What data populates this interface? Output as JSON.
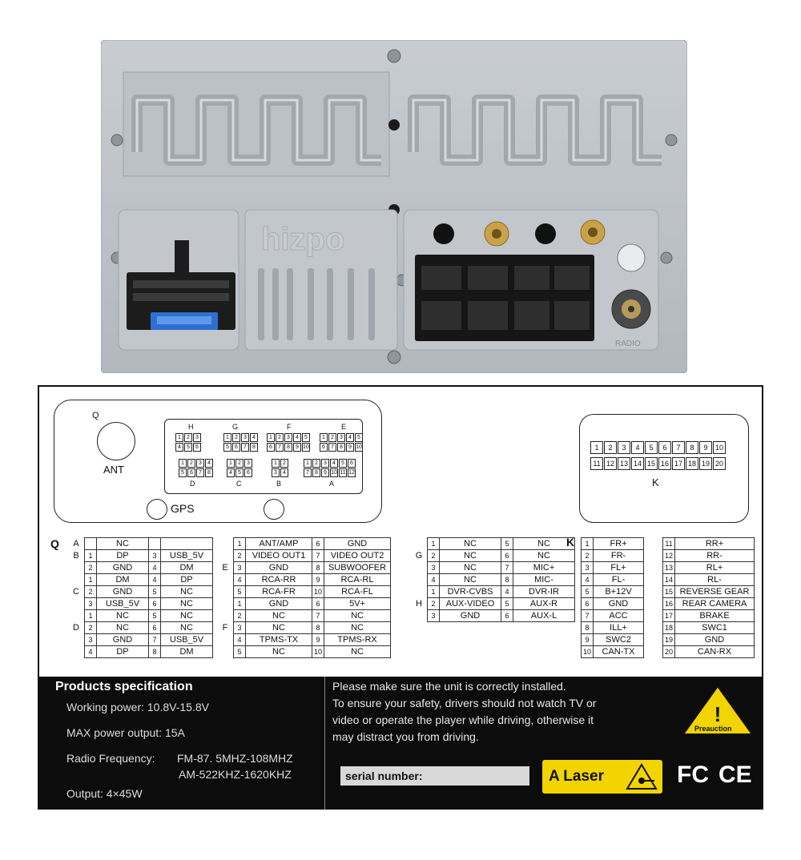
{
  "panel": {
    "brand": "hizpo",
    "radio_label": "RADIO"
  },
  "diagram": {
    "corner_letter": "Q",
    "ant_label": "ANT",
    "gps_label": "GPS",
    "k_label": "K",
    "groups": {
      "H": "H",
      "G": "G",
      "F": "F",
      "E": "E",
      "D": "D",
      "C": "C",
      "B": "B",
      "A": "A"
    },
    "k_row1": [
      "1",
      "2",
      "3",
      "4",
      "5",
      "6",
      "7",
      "8",
      "9",
      "10"
    ],
    "k_row2": [
      "11",
      "12",
      "13",
      "14",
      "15",
      "16",
      "17",
      "18",
      "19",
      "20"
    ]
  },
  "tables": {
    "q_letter": "Q",
    "q_rows": [
      {
        "g": "A",
        "n1": "",
        "v1": "NC",
        "n2": "",
        "v2": ""
      },
      {
        "g": "B",
        "n1": "1",
        "v1": "DP",
        "n2": "3",
        "v2": "USB_5V"
      },
      {
        "g": "",
        "n1": "2",
        "v1": "GND",
        "n2": "4",
        "v2": "DM"
      },
      {
        "g": "",
        "n1": "1",
        "v1": "DM",
        "n2": "4",
        "v2": "DP"
      },
      {
        "g": "C",
        "n1": "2",
        "v1": "GND",
        "n2": "5",
        "v2": "NC"
      },
      {
        "g": "",
        "n1": "3",
        "v1": "USB_5V",
        "n2": "6",
        "v2": "NC"
      },
      {
        "g": "",
        "n1": "1",
        "v1": "NC",
        "n2": "5",
        "v2": "NC"
      },
      {
        "g": "D",
        "n1": "2",
        "v1": "NC",
        "n2": "6",
        "v2": "NC"
      },
      {
        "g": "",
        "n1": "3",
        "v1": "GND",
        "n2": "7",
        "v2": "USB_5V"
      },
      {
        "g": "",
        "n1": "4",
        "v1": "DP",
        "n2": "8",
        "v2": "DM"
      }
    ],
    "ef_rows": [
      {
        "g": "",
        "n1": "1",
        "v1": "ANT/AMP",
        "n2": "6",
        "v2": "GND"
      },
      {
        "g": "",
        "n1": "2",
        "v1": "VIDEO OUT1",
        "n2": "7",
        "v2": "VIDEO OUT2"
      },
      {
        "g": "E",
        "n1": "3",
        "v1": "GND",
        "n2": "8",
        "v2": "SUBWOOFER"
      },
      {
        "g": "",
        "n1": "4",
        "v1": "RCA-RR",
        "n2": "9",
        "v2": "RCA-RL"
      },
      {
        "g": "",
        "n1": "5",
        "v1": "RCA-FR",
        "n2": "10",
        "v2": "RCA-FL"
      },
      {
        "g": "",
        "n1": "1",
        "v1": "GND",
        "n2": "6",
        "v2": "5V+"
      },
      {
        "g": "",
        "n1": "2",
        "v1": "NC",
        "n2": "7",
        "v2": "NC"
      },
      {
        "g": "F",
        "n1": "3",
        "v1": "NC",
        "n2": "8",
        "v2": "NC"
      },
      {
        "g": "",
        "n1": "4",
        "v1": "TPMS-TX",
        "n2": "9",
        "v2": "TPMS-RX"
      },
      {
        "g": "",
        "n1": "5",
        "v1": "NC",
        "n2": "10",
        "v2": "NC"
      }
    ],
    "gh_rows": [
      {
        "g": "",
        "n1": "1",
        "v1": "NC",
        "n2": "5",
        "v2": "NC"
      },
      {
        "g": "G",
        "n1": "2",
        "v1": "NC",
        "n2": "6",
        "v2": "NC"
      },
      {
        "g": "",
        "n1": "3",
        "v1": "NC",
        "n2": "7",
        "v2": "MIC+"
      },
      {
        "g": "",
        "n1": "4",
        "v1": "NC",
        "n2": "8",
        "v2": "MIC-"
      },
      {
        "g": "",
        "n1": "1",
        "v1": "DVR-CVBS",
        "n2": "4",
        "v2": "DVR-IR"
      },
      {
        "g": "H",
        "n1": "2",
        "v1": "AUX-VIDEO",
        "n2": "5",
        "v2": "AUX-R"
      },
      {
        "g": "",
        "n1": "3",
        "v1": "GND",
        "n2": "6",
        "v2": "AUX-L"
      }
    ],
    "k_letter": "K",
    "k_left": [
      {
        "n": "1",
        "v": "FR+"
      },
      {
        "n": "2",
        "v": "FR-"
      },
      {
        "n": "3",
        "v": "FL+"
      },
      {
        "n": "4",
        "v": "FL-"
      },
      {
        "n": "5",
        "v": "B+12V"
      },
      {
        "n": "6",
        "v": "GND"
      },
      {
        "n": "7",
        "v": "ACC"
      },
      {
        "n": "8",
        "v": "ILL+"
      },
      {
        "n": "9",
        "v": "SWC2"
      },
      {
        "n": "10",
        "v": "CAN-TX"
      }
    ],
    "k_right": [
      {
        "n": "11",
        "v": "RR+"
      },
      {
        "n": "12",
        "v": "RR-"
      },
      {
        "n": "13",
        "v": "RL+"
      },
      {
        "n": "14",
        "v": "RL-"
      },
      {
        "n": "15",
        "v": "REVERSE GEAR"
      },
      {
        "n": "16",
        "v": "REAR CAMERA"
      },
      {
        "n": "17",
        "v": "BRAKE"
      },
      {
        "n": "18",
        "v": "SWC1"
      },
      {
        "n": "19",
        "v": "GND"
      },
      {
        "n": "20",
        "v": "CAN-RX"
      }
    ]
  },
  "spec": {
    "heading": "Products specification",
    "working_power": "Working power: 10.8V-15.8V",
    "max_power": "MAX power output: 15A",
    "radio_freq_label": "Radio Frequency:",
    "radio_fm": "FM-87. 5MHZ-108MHZ",
    "radio_am": "AM-522KHZ-1620KHZ",
    "output": "Output: 4×45W"
  },
  "warning": {
    "line1": "Please make sure the unit is correctly installed.",
    "line2": "To ensure your safety, drivers should not watch TV or",
    "line3": "video or operate the player while driving, otherwise it",
    "line4": "may distract you from driving.",
    "caution_label": "Preauction",
    "serial_label": "serial number:",
    "laser_label": "A Laser",
    "fcc": "FC",
    "ce": "CE"
  }
}
